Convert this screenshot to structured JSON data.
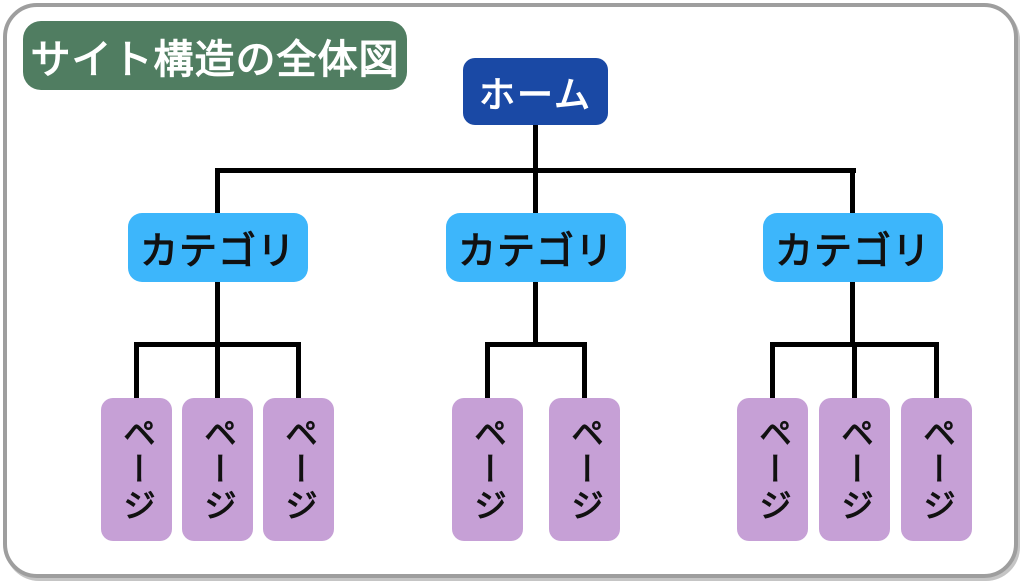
{
  "diagram": {
    "title": "サイト構造の全体図",
    "root": {
      "label": "ホーム"
    },
    "categories": [
      {
        "label": "カテゴリ",
        "pages": [
          {
            "label": "ページ"
          },
          {
            "label": "ページ"
          },
          {
            "label": "ページ"
          }
        ]
      },
      {
        "label": "カテゴリ",
        "pages": [
          {
            "label": "ページ"
          },
          {
            "label": "ページ"
          }
        ]
      },
      {
        "label": "カテゴリ",
        "pages": [
          {
            "label": "ページ"
          },
          {
            "label": "ページ"
          },
          {
            "label": "ページ"
          }
        ]
      }
    ],
    "colors": {
      "title_bg": "#507d61",
      "root_bg": "#1a49a5",
      "category_bg": "#3db6fb",
      "page_bg": "#c6a0d6",
      "line": "#000000",
      "border": "#9e9e9e"
    }
  }
}
